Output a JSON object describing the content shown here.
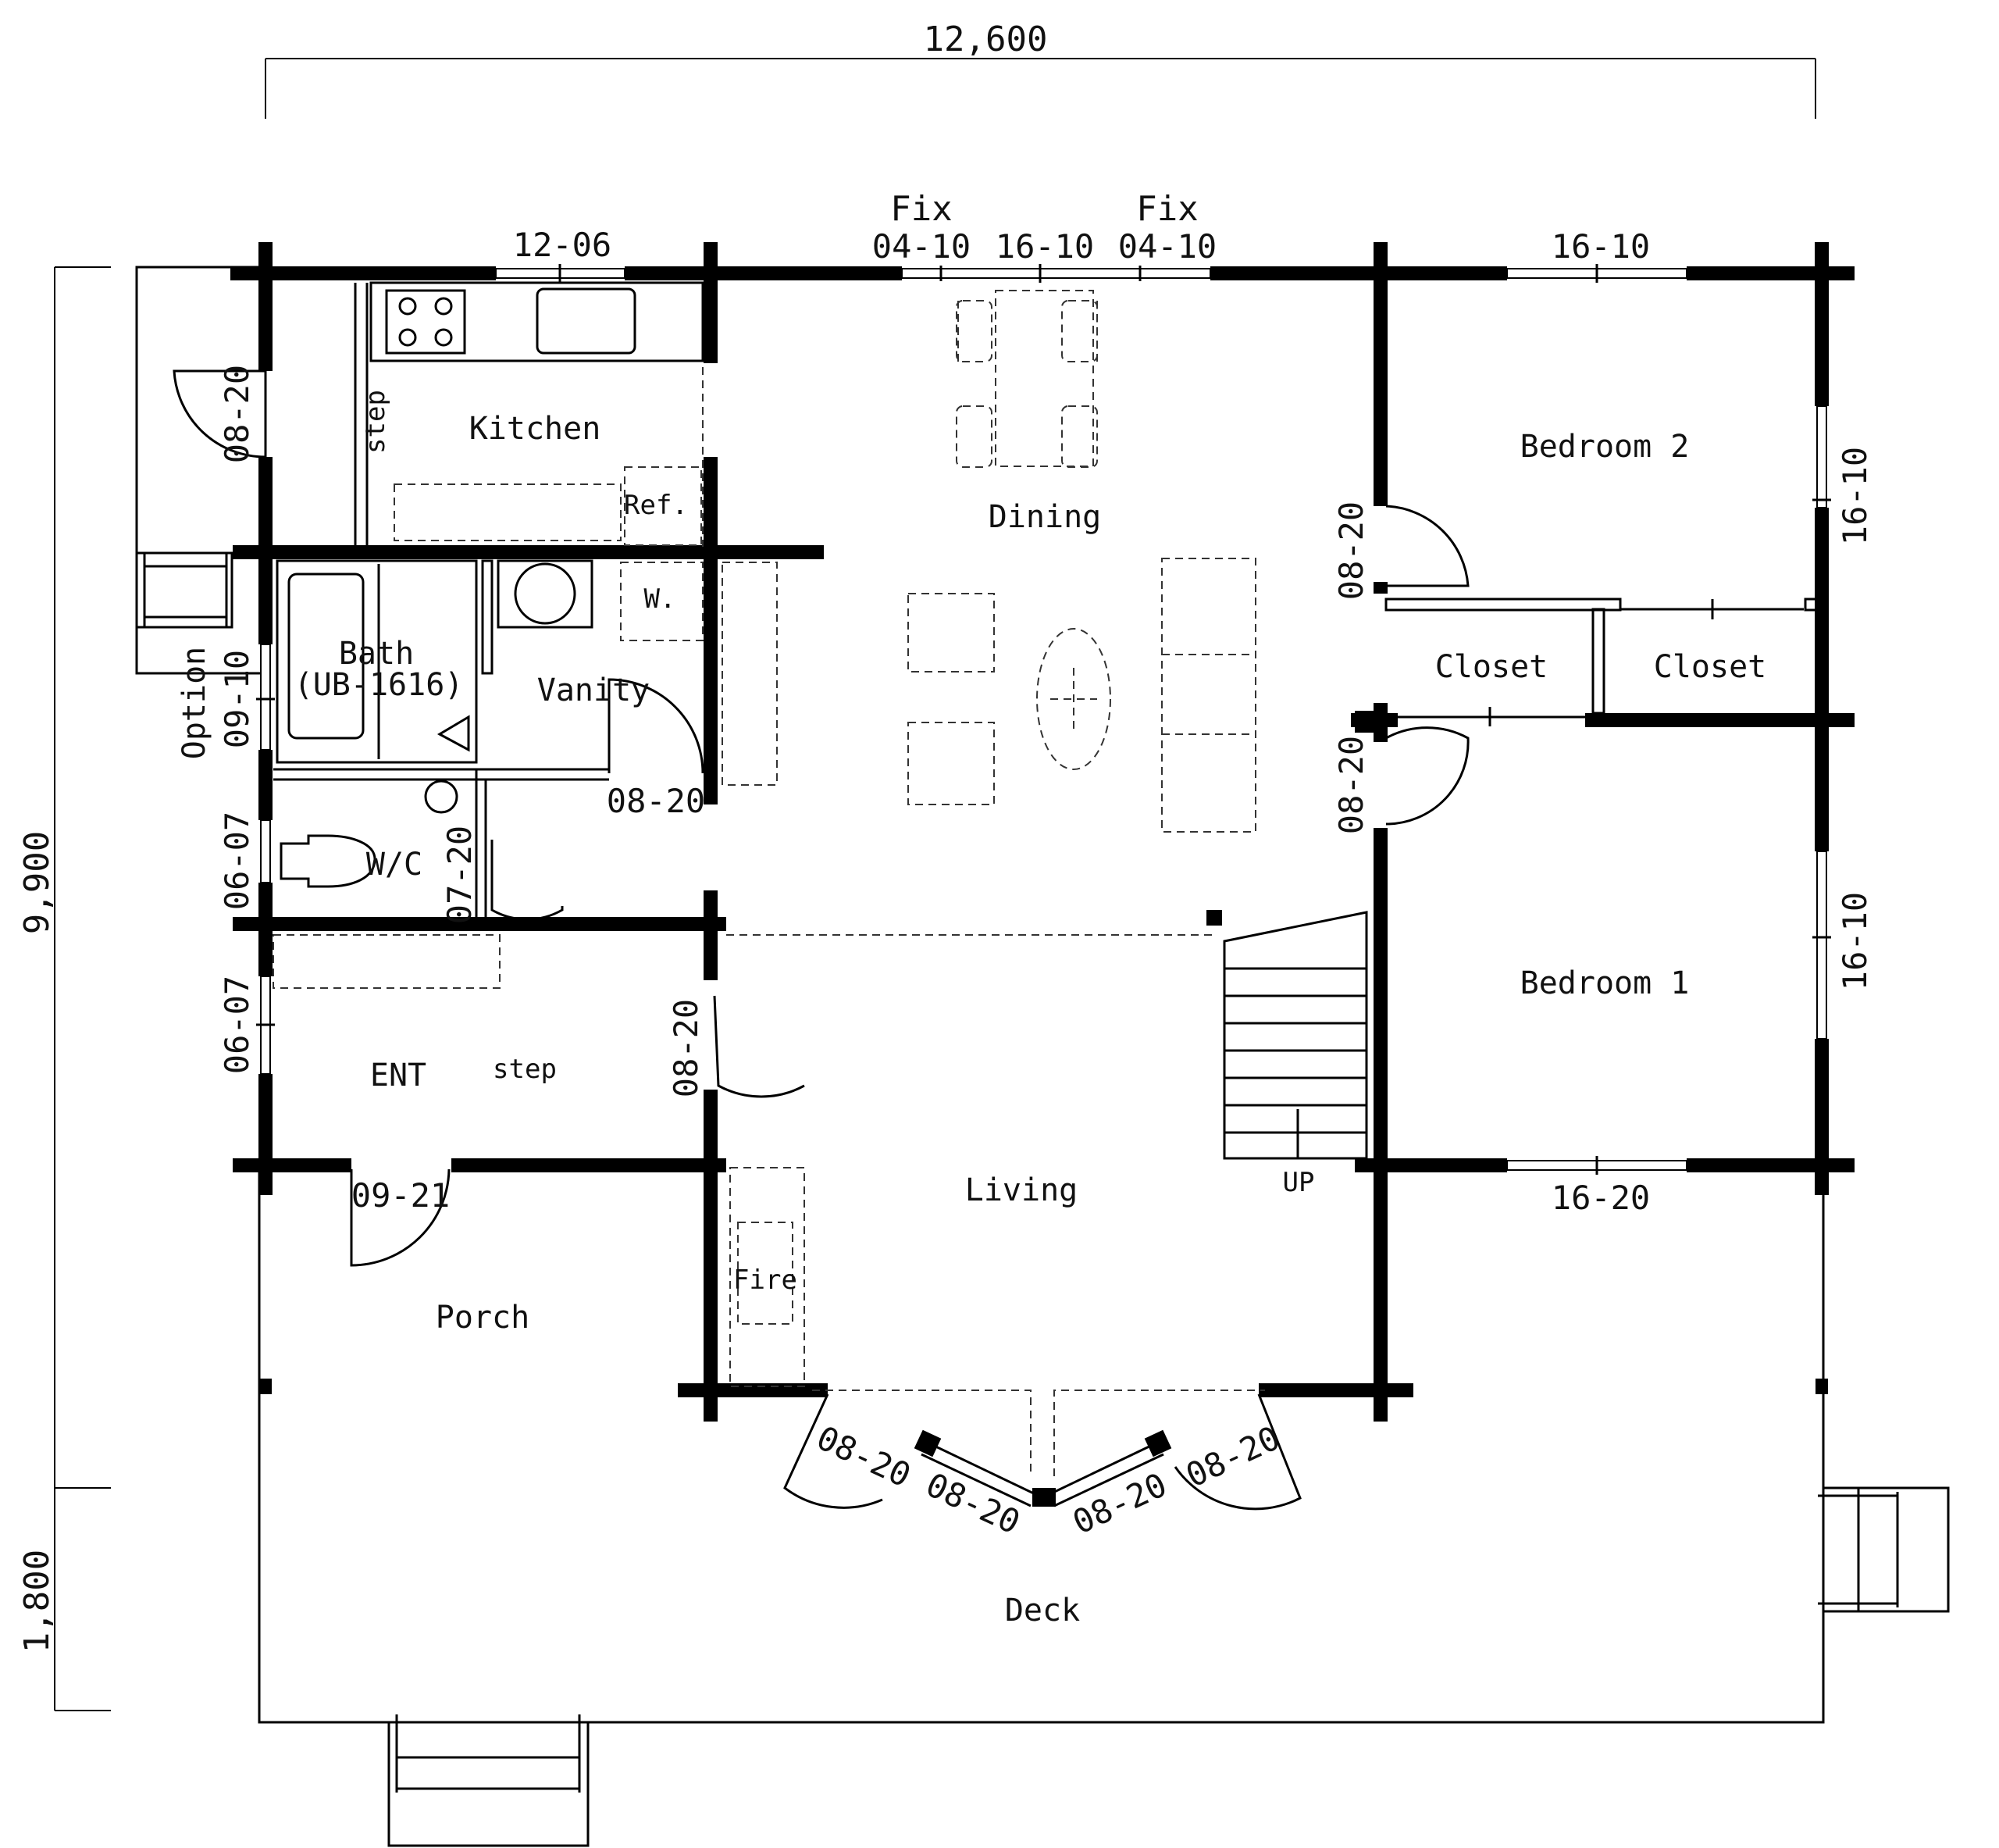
{
  "dimensions": {
    "overall_width": "12,600",
    "overall_depth": "9,900",
    "deck_depth": "1,800"
  },
  "rooms": {
    "kitchen": "Kitchen",
    "dining": "Dining",
    "bedroom2": "Bedroom 2",
    "bedroom1": "Bedroom 1",
    "closet_left": "Closet",
    "closet_right": "Closet",
    "bath": "Bath",
    "bath_unit": "(UB-1616)",
    "vanity": "Vanity",
    "wc": "W/C",
    "ent": "ENT",
    "living": "Living",
    "porch": "Porch",
    "deck": "Deck"
  },
  "labels": {
    "step_kitchen": "step",
    "step_ent": "step",
    "ref": "Ref.",
    "washer": "W.",
    "fire": "Fire",
    "up": "UP",
    "option": "Option",
    "fix_left": "Fix",
    "fix_right": "Fix"
  },
  "openings": {
    "kitchen_window": "12-06",
    "fix_window_left": "04-10",
    "dining_window": "16-10",
    "fix_window_right": "04-10",
    "bedroom2_top_window": "16-10",
    "bedroom2_side_window": "16-10",
    "bedroom1_side_window": "16-10",
    "bedroom1_bottom_window": "16-20",
    "kitchen_door": "08-20",
    "bath_window": "09-10",
    "wc_window": "06-07",
    "ent_window": "06-07",
    "vanity_door": "08-20",
    "wc_door": "07-20",
    "ent_inner_door": "08-20",
    "entry_door": "09-21",
    "bedroom2_door": "08-20",
    "bedroom1_door": "08-20",
    "bay_door_left": "08-20",
    "bay_window_left": "08-20",
    "bay_window_right": "08-20",
    "bay_door_right": "08-20"
  }
}
